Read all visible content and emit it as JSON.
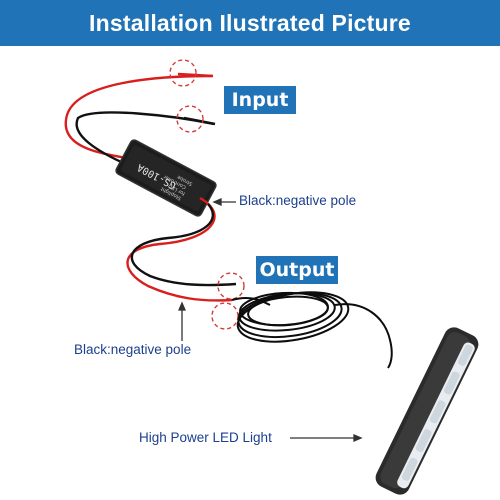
{
  "header": {
    "title": "Installation Ilustrated Picture",
    "background": "#1f73b6"
  },
  "tags": {
    "input": "Input",
    "output": "Output"
  },
  "module": {
    "model": "GS-100A",
    "text_line_1": "Strobe",
    "text_line_2": "Controller",
    "text_line_3": "for LED",
    "text_line_4": "Stoplight"
  },
  "labels": {
    "black_negative_1": "Black:negative pole",
    "black_negative_2": "Black:negative pole",
    "led_light": "High Power LED Light"
  },
  "colors": {
    "accent_blue": "#1f73b6",
    "label_blue": "#1b3f8f",
    "wire_red": "#d91e1e",
    "wire_black": "#111111",
    "marker_red": "#d23a3a"
  }
}
